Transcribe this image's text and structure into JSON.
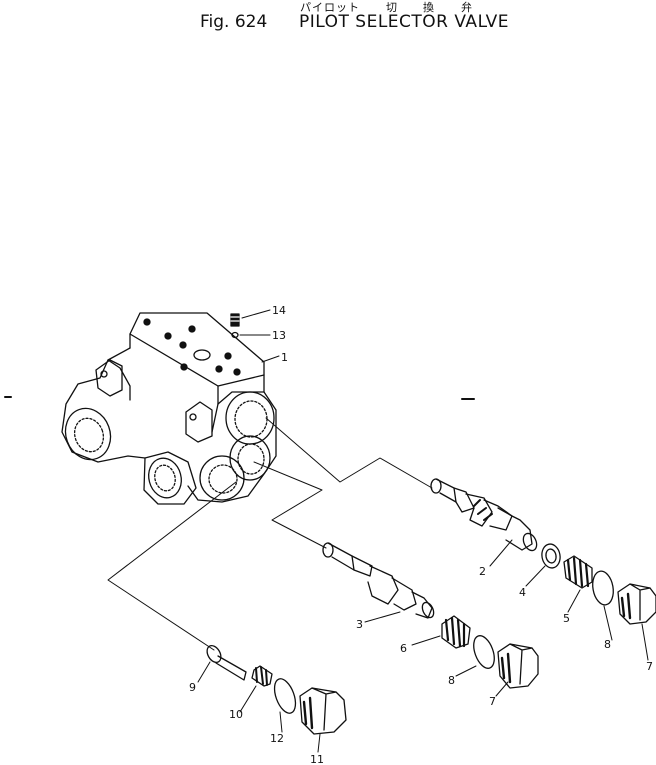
{
  "header": {
    "figure_label": "Fig. 624",
    "title": "PILOT SELECTOR VALVE",
    "kana_pilot": "パイロット",
    "kana_setsu": "切",
    "kana_kan": "換",
    "kana_ben": "弁"
  },
  "callouts": {
    "p1": "1",
    "p2": "2",
    "p3": "3",
    "p4": "4",
    "p5": "5",
    "p6": "6",
    "p7a": "7",
    "p7b": "7",
    "p8a": "8",
    "p8b": "8",
    "p9": "9",
    "p10": "10",
    "p11": "11",
    "p12": "12",
    "p13": "13",
    "p14": "14"
  }
}
